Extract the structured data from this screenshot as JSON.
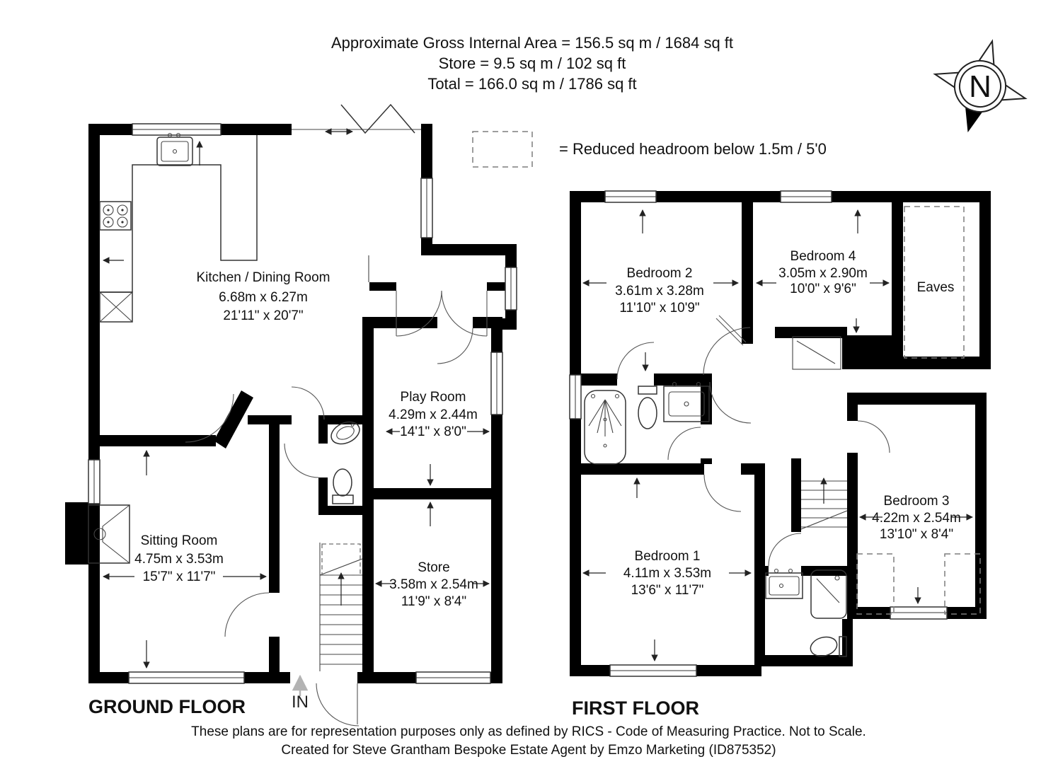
{
  "header": {
    "line1": "Approximate Gross Internal Area = 156.5 sq m / 1684 sq ft",
    "line2": "Store = 9.5 sq m / 102 sq ft",
    "line3": "Total = 166.0 sq m / 1786 sq ft"
  },
  "legend": {
    "label": "= Reduced headroom below 1.5m / 5'0"
  },
  "compass": {
    "north": "N"
  },
  "ground_floor": {
    "title": "GROUND FLOOR",
    "entrance": "IN",
    "rooms": {
      "kitchen": {
        "name": "Kitchen / Dining Room",
        "metric": "6.68m x 6.27m",
        "imperial": "21'11\" x 20'7\""
      },
      "sitting": {
        "name": "Sitting Room",
        "metric": "4.75m x 3.53m",
        "imperial": "15'7\" x 11'7\""
      },
      "play": {
        "name": "Play Room",
        "metric": "4.29m x 2.44m",
        "imperial": "14'1\" x 8'0\""
      },
      "store": {
        "name": "Store",
        "metric": "3.58m x 2.54m",
        "imperial": "11'9\" x 8'4\""
      }
    }
  },
  "first_floor": {
    "title": "FIRST FLOOR",
    "rooms": {
      "bedroom1": {
        "name": "Bedroom 1",
        "metric": "4.11m x 3.53m",
        "imperial": "13'6\" x 11'7\""
      },
      "bedroom2": {
        "name": "Bedroom 2",
        "metric": "3.61m x 3.28m",
        "imperial": "11'10\" x 10'9\""
      },
      "bedroom3": {
        "name": "Bedroom 3",
        "metric": "4.22m x 2.54m",
        "imperial": "13'10\" x 8'4\""
      },
      "bedroom4": {
        "name": "Bedroom 4",
        "metric": "3.05m x 2.90m",
        "imperial": "10'0\" x 9'6\""
      },
      "eaves": {
        "name": "Eaves"
      }
    }
  },
  "footer": {
    "line1": "These plans are for representation purposes only as defined by RICS - Code of Measuring Practice. Not to Scale.",
    "line2": "Created for Steve Grantham Bespoke Estate Agent by Emzo Marketing (ID875352)"
  }
}
